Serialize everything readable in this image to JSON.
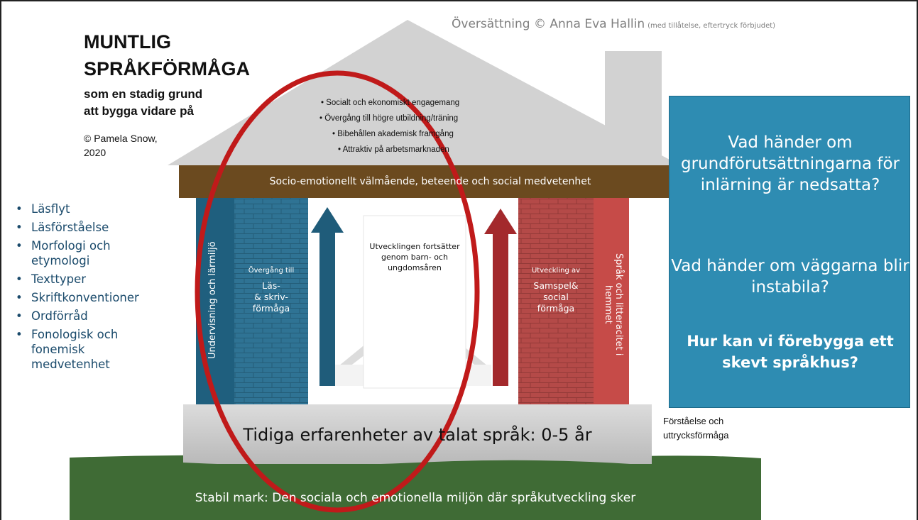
{
  "copyright_top": "Översättning © Anna Eva Hallin",
  "copyright_top_note": "(med tillåtelse, eftertryck förbjudet)",
  "title": {
    "line1": "MUNTLIG",
    "line2": "SPRÅKFÖRMÅGA",
    "sub1": "som en stadig grund",
    "sub2": "att bygga vidare på",
    "author1": "© Pamela Snow,",
    "author2": "2020"
  },
  "skills": [
    "Läsflyt",
    "Läsförståelse",
    "Morfologi och",
    "etymologi",
    "Texttyper",
    "Skriftkonventioner",
    "Ordförråd",
    "Fonologisk och",
    "fonemisk",
    "medvetenhet"
  ],
  "roof": {
    "items": [
      "•  Socialt och ekonomiskt engagemang",
      "•  Övergång till högre utbildning/träning",
      "•  Bibehållen akademisk framgång",
      "•  Attraktiv på arbetsmarknaden"
    ]
  },
  "beam": "Socio-emotionellt välmående, beteende och social medvetenhet",
  "pillars": {
    "left_outer": "Undervisning och lärmiljö",
    "left_inner_small": "Övergång till",
    "left_inner_big": "Läs-\n& skriv-\nförmåga",
    "right_inner_small": "Utveckling av",
    "right_inner_big": "Samspel&\nsocial\nförmåga",
    "right_outer": "Språk och litteracitet i hemmet"
  },
  "center": "Utvecklingen fortsätter genom barn- och ungdomsåren",
  "foundation": "Tidiga erfarenheter av talat språk: 0-5 år",
  "foundation_side1": "Förståelse och",
  "foundation_side2": "uttrycksförmåga",
  "ground": "Stabil mark: Den sociala och emotionella miljön där språkutveckling sker",
  "questions": {
    "q1": "Vad händer om grundförutsättningarna för inlärning är nedsatta?",
    "q2": "Vad händer om väggarna blir instabila?",
    "q3": "Hur kan vi förebygga ett skevt språkhus?"
  },
  "colors": {
    "ground": "#3f6b35",
    "beam": "#6b4a1f",
    "pillar_blue_dark": "#1f5f7e",
    "pillar_blue_brick": "#2f7394",
    "pillar_red_brick": "#b44a48",
    "pillar_red": "#c64b48",
    "arrow_blue": "#1f5c7a",
    "arrow_red": "#a3292c",
    "question_box": "#2e8cb2",
    "ellipse": "#c01a1a"
  }
}
